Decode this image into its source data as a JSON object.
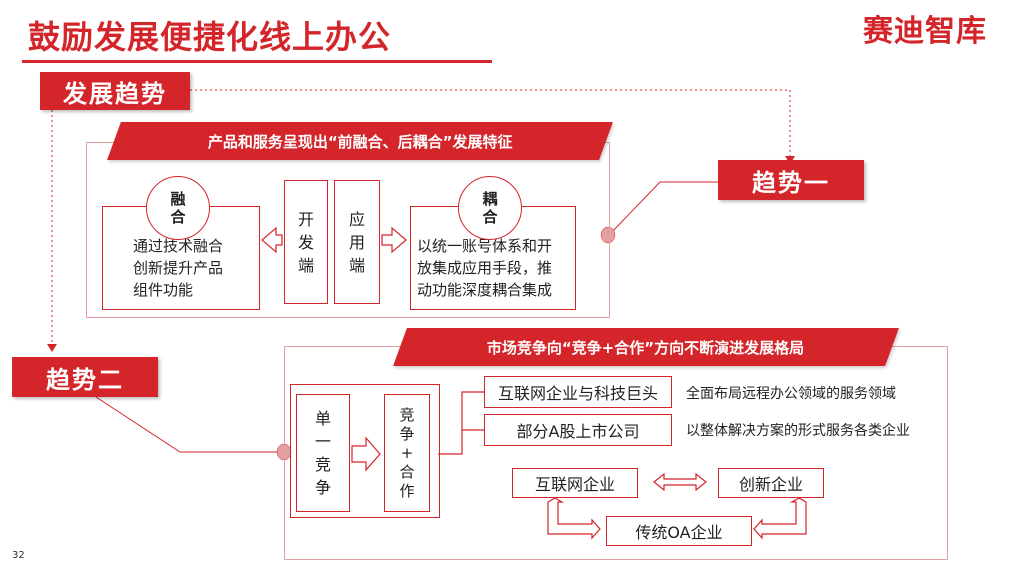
{
  "header": {
    "title": "鼓励发展便捷化线上办公",
    "brand": "赛迪智库"
  },
  "section": {
    "label": "发展趋势"
  },
  "trend1": {
    "tag": "趋势一",
    "banner": "产品和服务呈现出“前融合、后耦合”发展特征",
    "fusion": {
      "circle": "融\n合",
      "text": "通过技术融合\n创新提升产品\n组件功能"
    },
    "developer_side": "开\n发\n端",
    "application_side": "应\n用\n端",
    "coupling": {
      "circle": "耦\n合",
      "text": "以统一账号体系和开\n放集成应用手段，推\n动功能深度耦合集成"
    }
  },
  "trend2": {
    "tag": "趋势二",
    "banner": "市场竞争向“竞争+合作”方向不断演进发展格局",
    "single_competition": "单\n一\n竞\n争",
    "competition_cooperation": "竞\n争\n+\n合\n作",
    "players": [
      {
        "name": "互联网企业与科技巨头",
        "desc": "全面布局远程办公领域的服务领域"
      },
      {
        "name": "部分A股上市公司",
        "desc": "以整体解决方案的形式服务各类企业"
      }
    ],
    "ecosystem": {
      "internet": "互联网企业",
      "innovation": "创新企业",
      "traditional": "传统OA企业"
    }
  },
  "footer": {
    "page_number": "32"
  },
  "colors": {
    "accent": "#d3252a",
    "frame": "#e3a0a2"
  }
}
